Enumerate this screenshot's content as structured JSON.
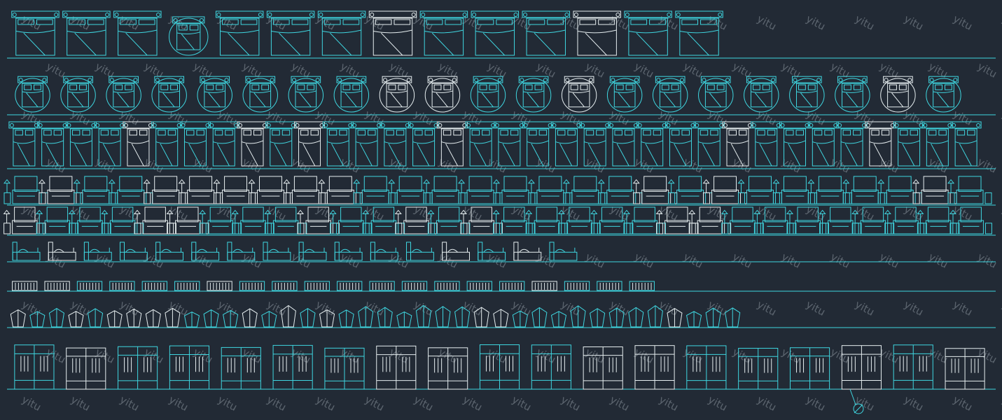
{
  "app": {
    "watermark_text": "yitu"
  },
  "colors": {
    "background": "#222a35",
    "line_cyan": "#3fd6e0",
    "line_white": "#e6eef0",
    "watermark": "#8a949c"
  },
  "rows": [
    {
      "id": "row-1",
      "category": "bed-plans-top",
      "count": 14
    },
    {
      "id": "row-2",
      "category": "bed-plans-with-rugs",
      "count": 21
    },
    {
      "id": "row-3",
      "category": "bed-plans-compact",
      "count": 34
    },
    {
      "id": "row-4",
      "category": "bed-elevations-front",
      "count": 28
    },
    {
      "id": "row-5",
      "category": "bed-elevations-headboard",
      "count": 30
    },
    {
      "id": "row-6",
      "category": "bed-elevations-side",
      "count": 16
    },
    {
      "id": "row-7",
      "category": "wardrobe-hanging-racks",
      "count": 20
    },
    {
      "id": "row-8",
      "category": "hanging-clothes-and-shoes",
      "count": 38
    },
    {
      "id": "row-9",
      "category": "wardrobe-and-kids-bedroom-elevations",
      "count": 19
    }
  ]
}
